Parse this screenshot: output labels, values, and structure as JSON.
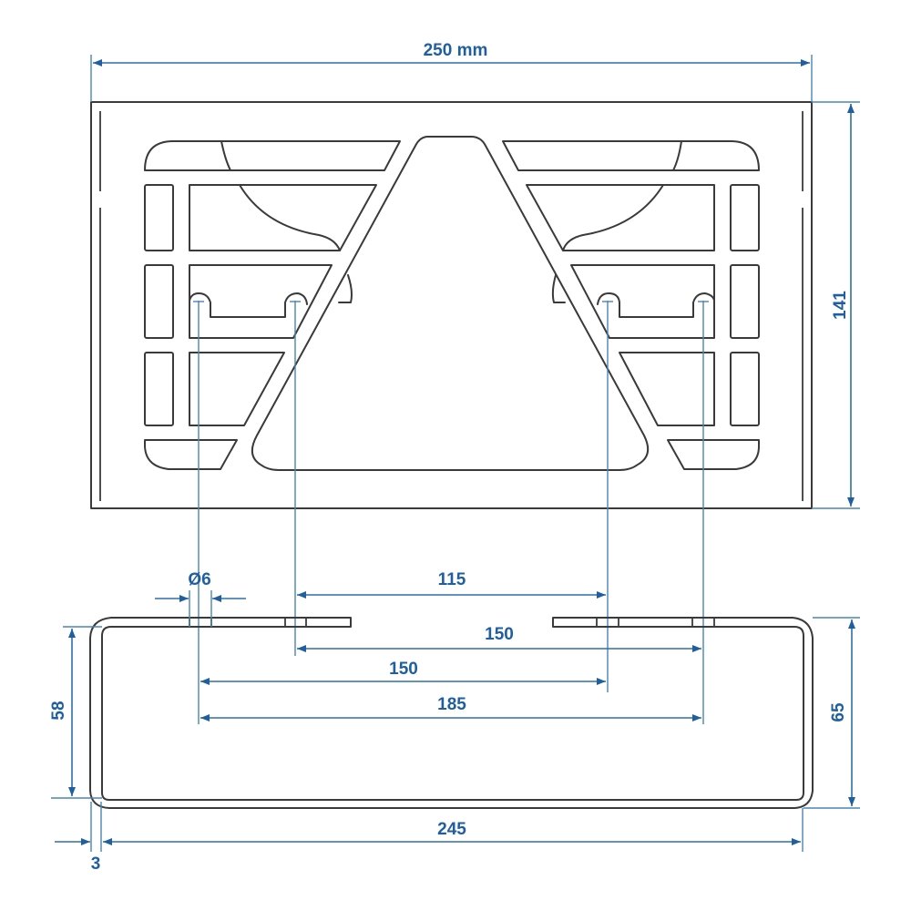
{
  "drawing": {
    "colors": {
      "dimension": "#1f5fa0",
      "outline": "#3a3a3a",
      "background": "#ffffff"
    },
    "front_view": {
      "width_label": "250 mm",
      "height_label": "141"
    },
    "top_view": {
      "hole_diameter_label": "Ø6",
      "inner_hole_spacing_label": "115",
      "hole_spacing_right_label": "150",
      "hole_spacing_left_label": "150",
      "outer_hole_spacing_label": "185",
      "left_depth_label": "58",
      "right_depth_label": "65",
      "inner_width_label": "245",
      "thickness_label": "3"
    }
  }
}
